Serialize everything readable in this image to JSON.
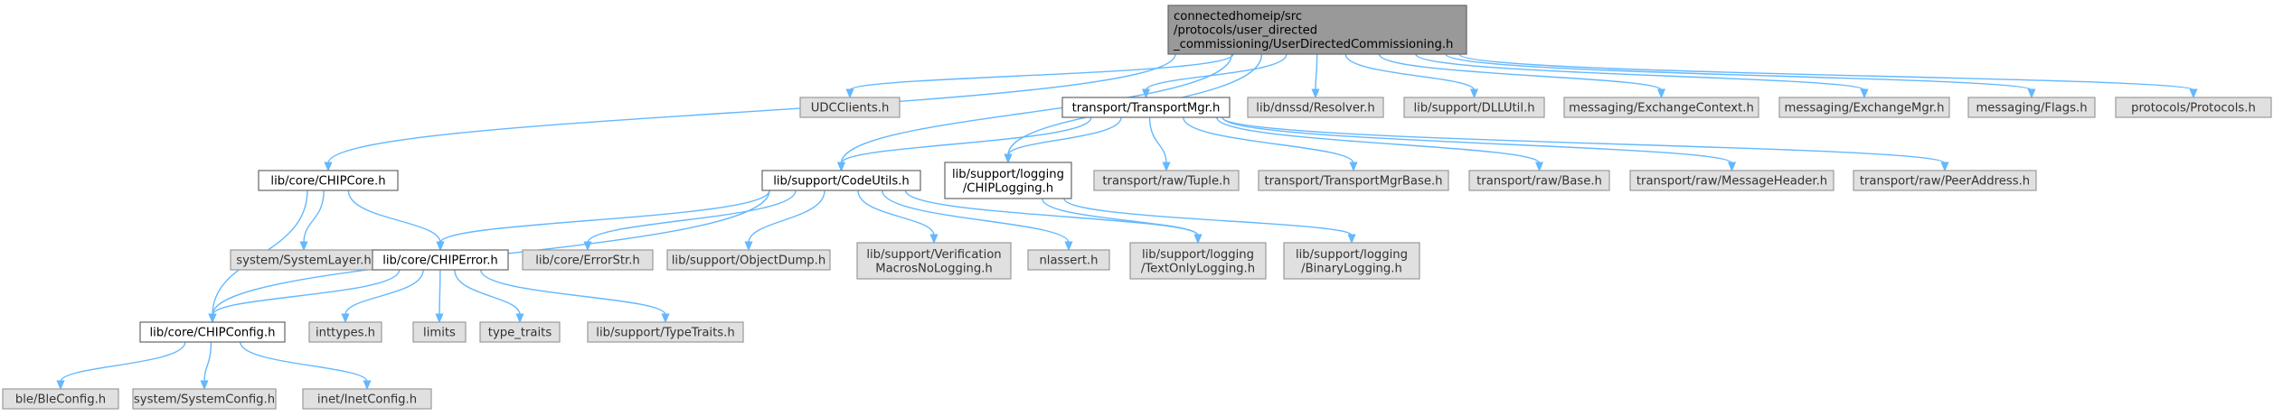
{
  "graph": {
    "nodes": {
      "root": {
        "lines": [
          "connectedhomeip/src",
          "/protocols/user_directed",
          "_commissioning/UserDirectedCommissioning.h"
        ],
        "kind": "root"
      },
      "udc_clients": {
        "lines": [
          "UDCClients.h"
        ],
        "kind": "leaf"
      },
      "transport_mgr": {
        "lines": [
          "transport/TransportMgr.h"
        ],
        "kind": "linked"
      },
      "dnssd_resolver": {
        "lines": [
          "lib/dnssd/Resolver.h"
        ],
        "kind": "leaf"
      },
      "dll_util": {
        "lines": [
          "lib/support/DLLUtil.h"
        ],
        "kind": "leaf"
      },
      "exchange_context": {
        "lines": [
          "messaging/ExchangeContext.h"
        ],
        "kind": "leaf"
      },
      "exchange_mgr": {
        "lines": [
          "messaging/ExchangeMgr.h"
        ],
        "kind": "leaf"
      },
      "flags": {
        "lines": [
          "messaging/Flags.h"
        ],
        "kind": "leaf"
      },
      "protocols": {
        "lines": [
          "protocols/Protocols.h"
        ],
        "kind": "leaf"
      },
      "chip_core": {
        "lines": [
          "lib/core/CHIPCore.h"
        ],
        "kind": "linked"
      },
      "code_utils": {
        "lines": [
          "lib/support/CodeUtils.h"
        ],
        "kind": "linked"
      },
      "chip_logging": {
        "lines": [
          "lib/support/logging",
          "/CHIPLogging.h"
        ],
        "kind": "linked"
      },
      "raw_tuple": {
        "lines": [
          "transport/raw/Tuple.h"
        ],
        "kind": "leaf"
      },
      "transport_mgr_base": {
        "lines": [
          "transport/TransportMgrBase.h"
        ],
        "kind": "leaf"
      },
      "raw_base": {
        "lines": [
          "transport/raw/Base.h"
        ],
        "kind": "leaf"
      },
      "message_header": {
        "lines": [
          "transport/raw/MessageHeader.h"
        ],
        "kind": "leaf"
      },
      "peer_address": {
        "lines": [
          "transport/raw/PeerAddress.h"
        ],
        "kind": "leaf"
      },
      "system_layer": {
        "lines": [
          "system/SystemLayer.h"
        ],
        "kind": "leaf"
      },
      "chip_error": {
        "lines": [
          "lib/core/CHIPError.h"
        ],
        "kind": "linked"
      },
      "error_str": {
        "lines": [
          "lib/core/ErrorStr.h"
        ],
        "kind": "leaf"
      },
      "object_dump": {
        "lines": [
          "lib/support/ObjectDump.h"
        ],
        "kind": "leaf"
      },
      "verification_macros": {
        "lines": [
          "lib/support/Verification",
          "MacrosNoLogging.h"
        ],
        "kind": "leaf"
      },
      "nlassert": {
        "lines": [
          "nlassert.h"
        ],
        "kind": "leaf"
      },
      "text_only_logging": {
        "lines": [
          "lib/support/logging",
          "/TextOnlyLogging.h"
        ],
        "kind": "leaf"
      },
      "binary_logging": {
        "lines": [
          "lib/support/logging",
          "/BinaryLogging.h"
        ],
        "kind": "leaf"
      },
      "chip_config": {
        "lines": [
          "lib/core/CHIPConfig.h"
        ],
        "kind": "linked"
      },
      "inttypes": {
        "lines": [
          "inttypes.h"
        ],
        "kind": "leaf"
      },
      "limits": {
        "lines": [
          "limits"
        ],
        "kind": "leaf"
      },
      "type_traits": {
        "lines": [
          "type_traits"
        ],
        "kind": "leaf"
      },
      "support_type_traits": {
        "lines": [
          "lib/support/TypeTraits.h"
        ],
        "kind": "leaf"
      },
      "ble_config": {
        "lines": [
          "ble/BleConfig.h"
        ],
        "kind": "leaf"
      },
      "system_config": {
        "lines": [
          "system/SystemConfig.h"
        ],
        "kind": "leaf"
      },
      "inet_config": {
        "lines": [
          "inet/InetConfig.h"
        ],
        "kind": "leaf"
      }
    },
    "edges": [
      [
        "root",
        "udc_clients"
      ],
      [
        "root",
        "transport_mgr"
      ],
      [
        "root",
        "dnssd_resolver"
      ],
      [
        "root",
        "dll_util"
      ],
      [
        "root",
        "exchange_context"
      ],
      [
        "root",
        "exchange_mgr"
      ],
      [
        "root",
        "flags"
      ],
      [
        "root",
        "protocols"
      ],
      [
        "root",
        "chip_core"
      ],
      [
        "root",
        "code_utils"
      ],
      [
        "root",
        "chip_logging"
      ],
      [
        "transport_mgr",
        "code_utils"
      ],
      [
        "transport_mgr",
        "chip_logging"
      ],
      [
        "transport_mgr",
        "raw_tuple"
      ],
      [
        "transport_mgr",
        "transport_mgr_base"
      ],
      [
        "transport_mgr",
        "raw_base"
      ],
      [
        "transport_mgr",
        "message_header"
      ],
      [
        "transport_mgr",
        "peer_address"
      ],
      [
        "chip_core",
        "system_layer"
      ],
      [
        "chip_core",
        "chip_error"
      ],
      [
        "chip_core",
        "chip_config"
      ],
      [
        "code_utils",
        "chip_error"
      ],
      [
        "code_utils",
        "error_str"
      ],
      [
        "code_utils",
        "object_dump"
      ],
      [
        "code_utils",
        "verification_macros"
      ],
      [
        "code_utils",
        "nlassert"
      ],
      [
        "code_utils",
        "text_only_logging"
      ],
      [
        "code_utils",
        "chip_config"
      ],
      [
        "chip_logging",
        "text_only_logging"
      ],
      [
        "chip_logging",
        "binary_logging"
      ],
      [
        "chip_error",
        "chip_config"
      ],
      [
        "chip_error",
        "inttypes"
      ],
      [
        "chip_error",
        "limits"
      ],
      [
        "chip_error",
        "type_traits"
      ],
      [
        "chip_error",
        "support_type_traits"
      ],
      [
        "chip_config",
        "ble_config"
      ],
      [
        "chip_config",
        "system_config"
      ],
      [
        "chip_config",
        "inet_config"
      ]
    ]
  },
  "colors": {
    "edge": "#63b8ff",
    "root_fill": "#999999",
    "leaf_fill": "#e0e0e0",
    "linked_fill": "#ffffff"
  }
}
